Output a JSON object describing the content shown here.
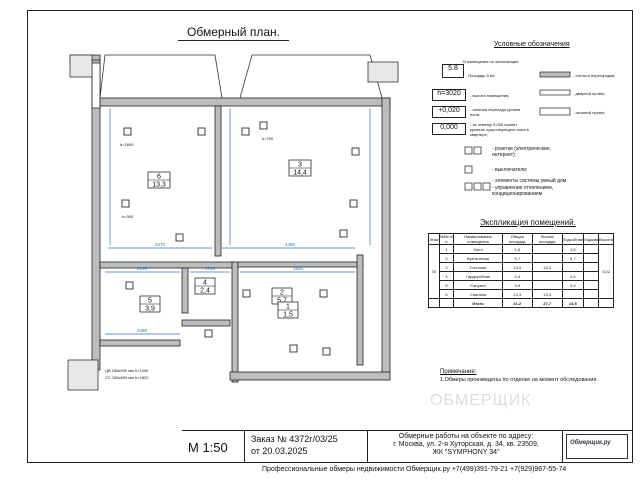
{
  "plan_title": "Обмерный план.",
  "legend": {
    "heading": "Условные обозначения",
    "room_number_note": "N помещения по экспликации",
    "area_box": "5.8",
    "area_text": "Площадь 5 м2",
    "height_box": "h=3020",
    "height_text": "- высота помещения;",
    "level_box": "+0,020",
    "level_text": "- отметка перепада уровня пола;",
    "zero_box": "0,000",
    "zero_text": "- за отметку 0,000 принят уровень существующего пола в квартире;",
    "walls_text": "- стены и перегородки;",
    "door_text": "- дверной проём;",
    "window_text": "- оконный проём;",
    "sockets_text": "- розетки (электрические, интернет);",
    "switches_text": "- выключатели;",
    "smart_text": "- элементы системы умный дом",
    "heating_text": "- управление отоплением, кондиционированием"
  },
  "explication": {
    "heading": "Экспликация помещений.",
    "headers": [
      "Этаж",
      "№№ п/п",
      "Наименование помещения",
      "Общая площадь",
      "Жилая площадь",
      "Подсобная",
      "Лоджия",
      "Итого",
      "Высота"
    ],
    "floor": "35",
    "rows": [
      [
        "1",
        "Холл",
        "1,5",
        "",
        "1,5",
        ""
      ],
      [
        "2",
        "Кухня-ниша",
        "5,7",
        "",
        "5,7",
        ""
      ],
      [
        "3",
        "Гостиная",
        "14,4",
        "14,4",
        "",
        ""
      ],
      [
        "4",
        "Гардеробная",
        "2,4",
        "",
        "2,4",
        ""
      ],
      [
        "5",
        "Санузел",
        "3,9",
        "",
        "3,9",
        ""
      ],
      [
        "6",
        "Спальня",
        "13,3",
        "13,3",
        "",
        ""
      ]
    ],
    "height_value": "3,02",
    "total": [
      "Итого",
      "41,2",
      "27,7",
      "14,5"
    ]
  },
  "note_heading": "Примечание:",
  "note_text": "1.Обмеры произведены по отделке на момент обследования",
  "scale": "М 1:50",
  "order_line1": "Заказ № 4372г/03/25",
  "order_line2": "от 20.03.2025",
  "address_line1": "Обмерные работы на объекте по адресу:",
  "address_line2": "г. Москва, ул. 2-я Хуторская, д. 34, кв. 23509,",
  "address_line3": "ЖК \"SYMPHONY 34\"",
  "logo_text": "Обмерщик.ру",
  "footer": "Профессиональные обмеры недвижимости Обмерщик.ру +7(499)391-79-21 +7(929)967-55-74",
  "rooms": [
    {
      "num": "6",
      "area": "13,3"
    },
    {
      "num": "3",
      "area": "14,4"
    },
    {
      "num": "4",
      "area": "2,4"
    },
    {
      "num": "5",
      "area": "3,9"
    },
    {
      "num": "2",
      "area": "5,7"
    },
    {
      "num": "1",
      "area": "1,5"
    }
  ],
  "dims": {
    "d1": "2470",
    "d2": "4490",
    "d3": "2100",
    "d4": "1710",
    "d5": "1920",
    "d6": "2480",
    "h_top": "h=1600",
    "h_mid": "h=700",
    "h_low": "h=300"
  },
  "pipe_notes": [
    "ЦВ 155х900 мм h=1000",
    "СС 155х600 мм h=1820"
  ]
}
